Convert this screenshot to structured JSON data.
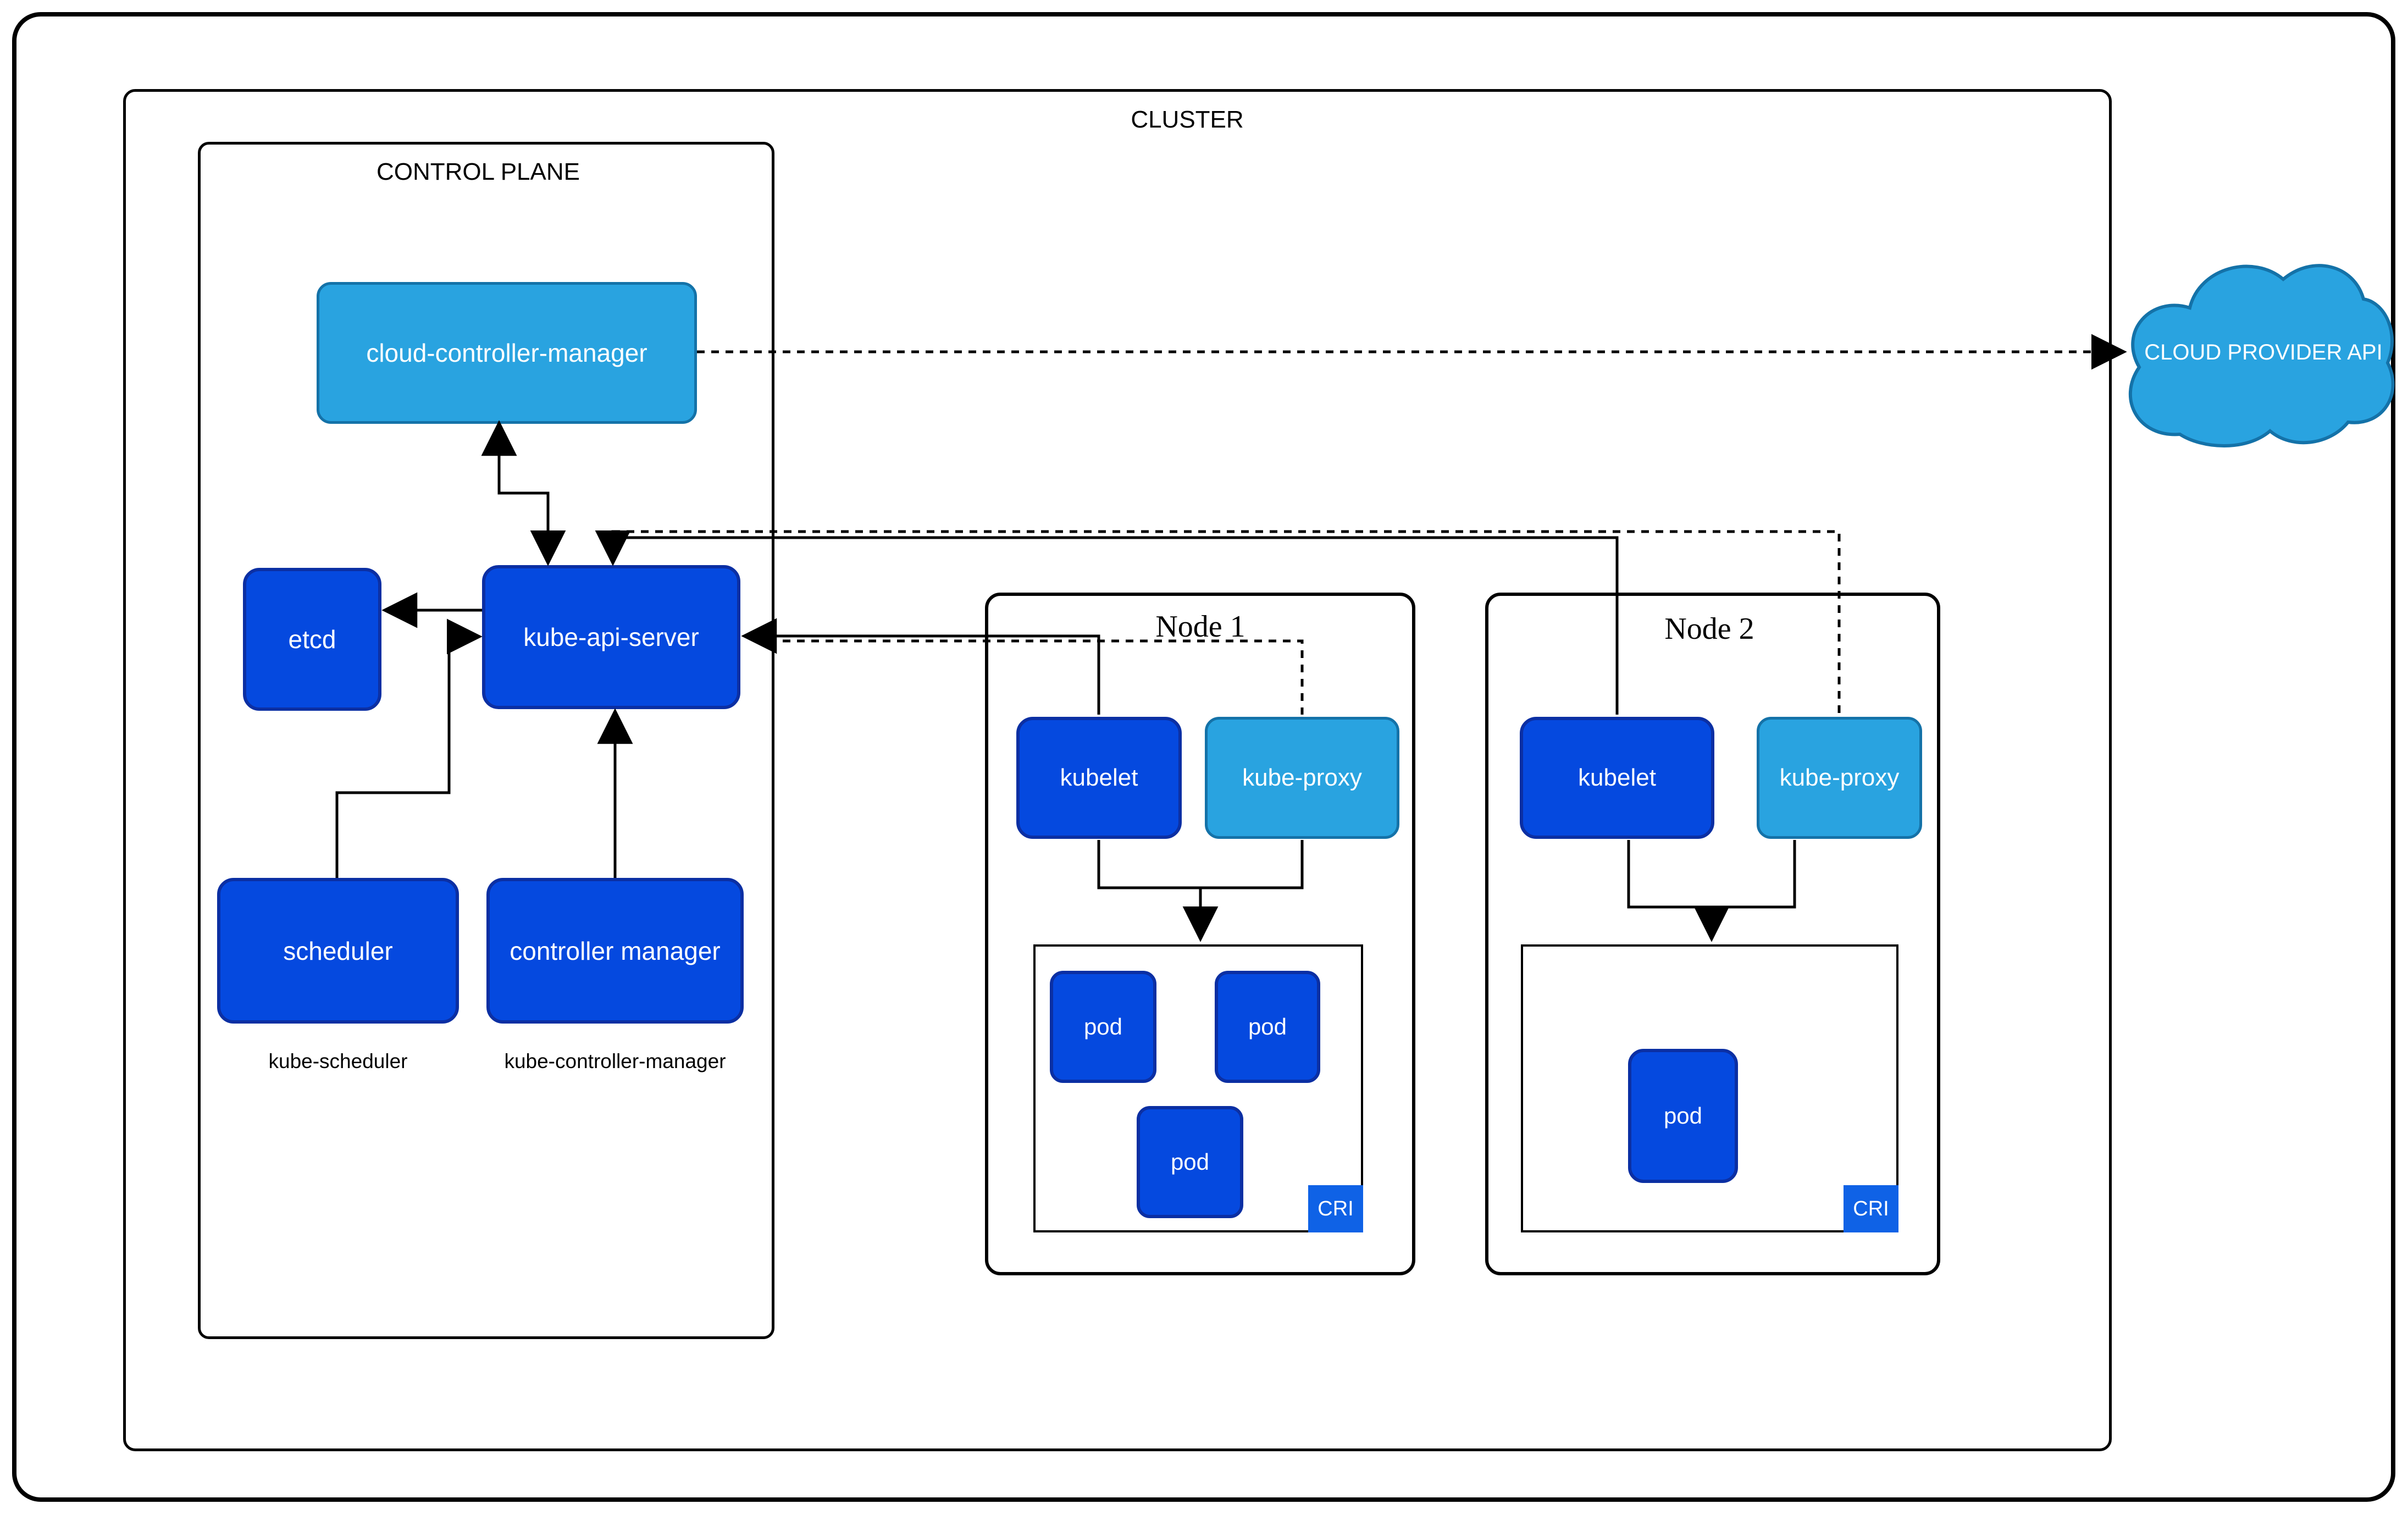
{
  "cluster": {
    "label": "CLUSTER"
  },
  "control_plane": {
    "label": "CONTROL PLANE",
    "cloud_controller_manager": "cloud-controller-manager",
    "etcd": "etcd",
    "kube_api_server": "kube-api-server",
    "scheduler": "scheduler",
    "scheduler_sublabel": "kube-scheduler",
    "controller_manager": "controller manager",
    "controller_manager_sublabel": "kube-controller-manager"
  },
  "nodes": [
    {
      "title": "Node 1",
      "kubelet": "kubelet",
      "kube_proxy": "kube-proxy",
      "pods": [
        "pod",
        "pod",
        "pod"
      ],
      "cri": "CRI"
    },
    {
      "title": "Node 2",
      "kubelet": "kubelet",
      "kube_proxy": "kube-proxy",
      "pods": [
        "pod"
      ],
      "cri": "CRI"
    }
  ],
  "cloud_provider": {
    "label": "CLOUD PROVIDER API"
  },
  "colors": {
    "component_dark_blue": "#0549df",
    "component_dark_border": "#0b2fa3",
    "component_light_blue": "#29a3e0",
    "component_light_border": "#1472a8",
    "cri_blue": "#0f62e6",
    "line_black": "#000000",
    "text_white": "#ffffff",
    "background": "#ffffff"
  }
}
